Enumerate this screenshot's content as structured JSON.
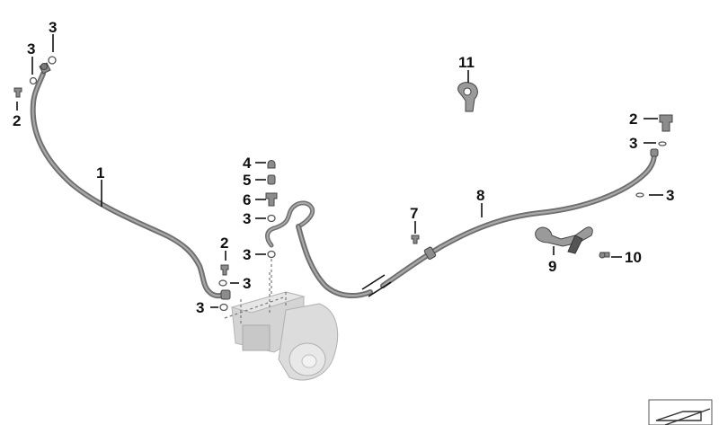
{
  "callouts": {
    "c1": "1",
    "c2a": "2",
    "c2b": "2",
    "c2c": "2",
    "c3a": "3",
    "c3b": "3",
    "c3c": "3",
    "c3d": "3",
    "c3e": "3",
    "c3f": "3",
    "c3g": "3",
    "c3h": "3",
    "c4": "4",
    "c5": "5",
    "c6": "6",
    "c7": "7",
    "c8": "8",
    "c9": "9",
    "c10": "10",
    "c11": "11"
  },
  "colors": {
    "brake_line": "#6f6f6f",
    "brake_line_highlight": "#a9a9a9",
    "callout_text": "#111111",
    "abs_unit": "#d4d4d4"
  },
  "icons": {
    "corner": "page-corner-icon"
  }
}
